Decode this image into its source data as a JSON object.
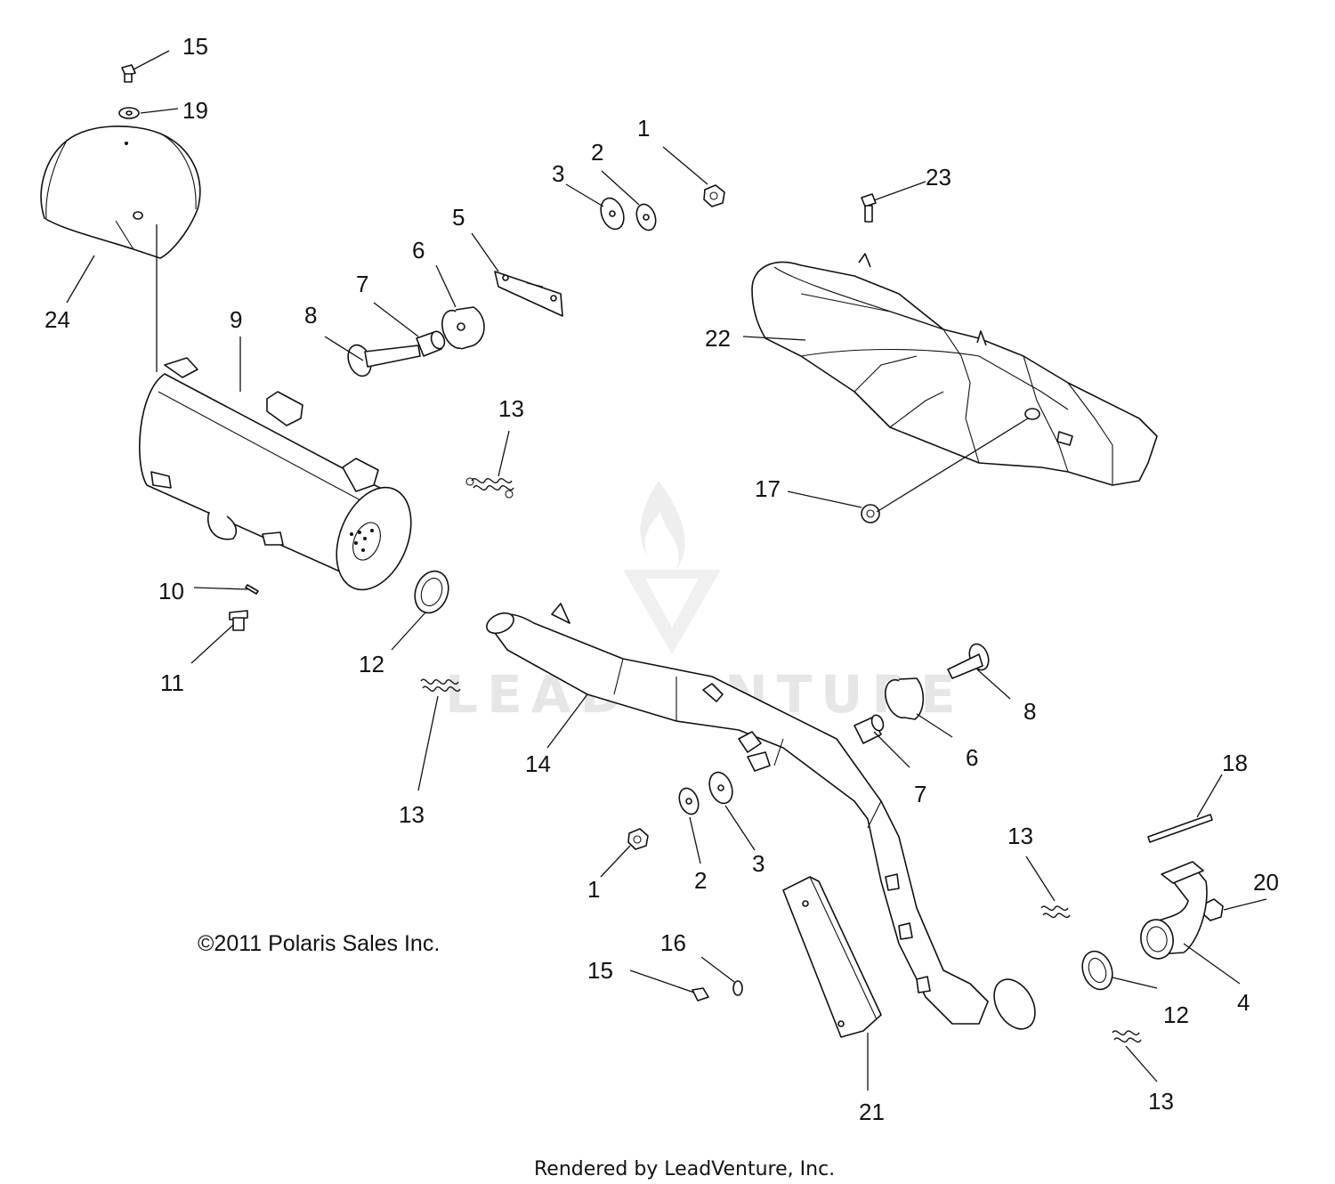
{
  "diagram": {
    "copyright": "©2011 Polaris Sales Inc.",
    "watermark": "LEADVENTURE",
    "footer": "Rendered by LeadVenture, Inc.",
    "callouts": {
      "c15a": "15",
      "c19": "19",
      "c24": "24",
      "c9": "9",
      "c8a": "8",
      "c7a": "7",
      "c6a": "6",
      "c5": "5",
      "c3a": "3",
      "c2a": "2",
      "c1a": "1",
      "c23": "23",
      "c22": "22",
      "c13a": "13",
      "c17": "17",
      "c10": "10",
      "c11": "11",
      "c12a": "12",
      "c13b": "13",
      "c14": "14",
      "c8b": "8",
      "c6b": "6",
      "c7b": "7",
      "c18": "18",
      "c13c": "13",
      "c3b": "3",
      "c2b": "2",
      "c1b": "1",
      "c20": "20",
      "c4": "4",
      "c12b": "12",
      "c16": "16",
      "c15b": "15",
      "c13d": "13",
      "c21": "21"
    }
  }
}
